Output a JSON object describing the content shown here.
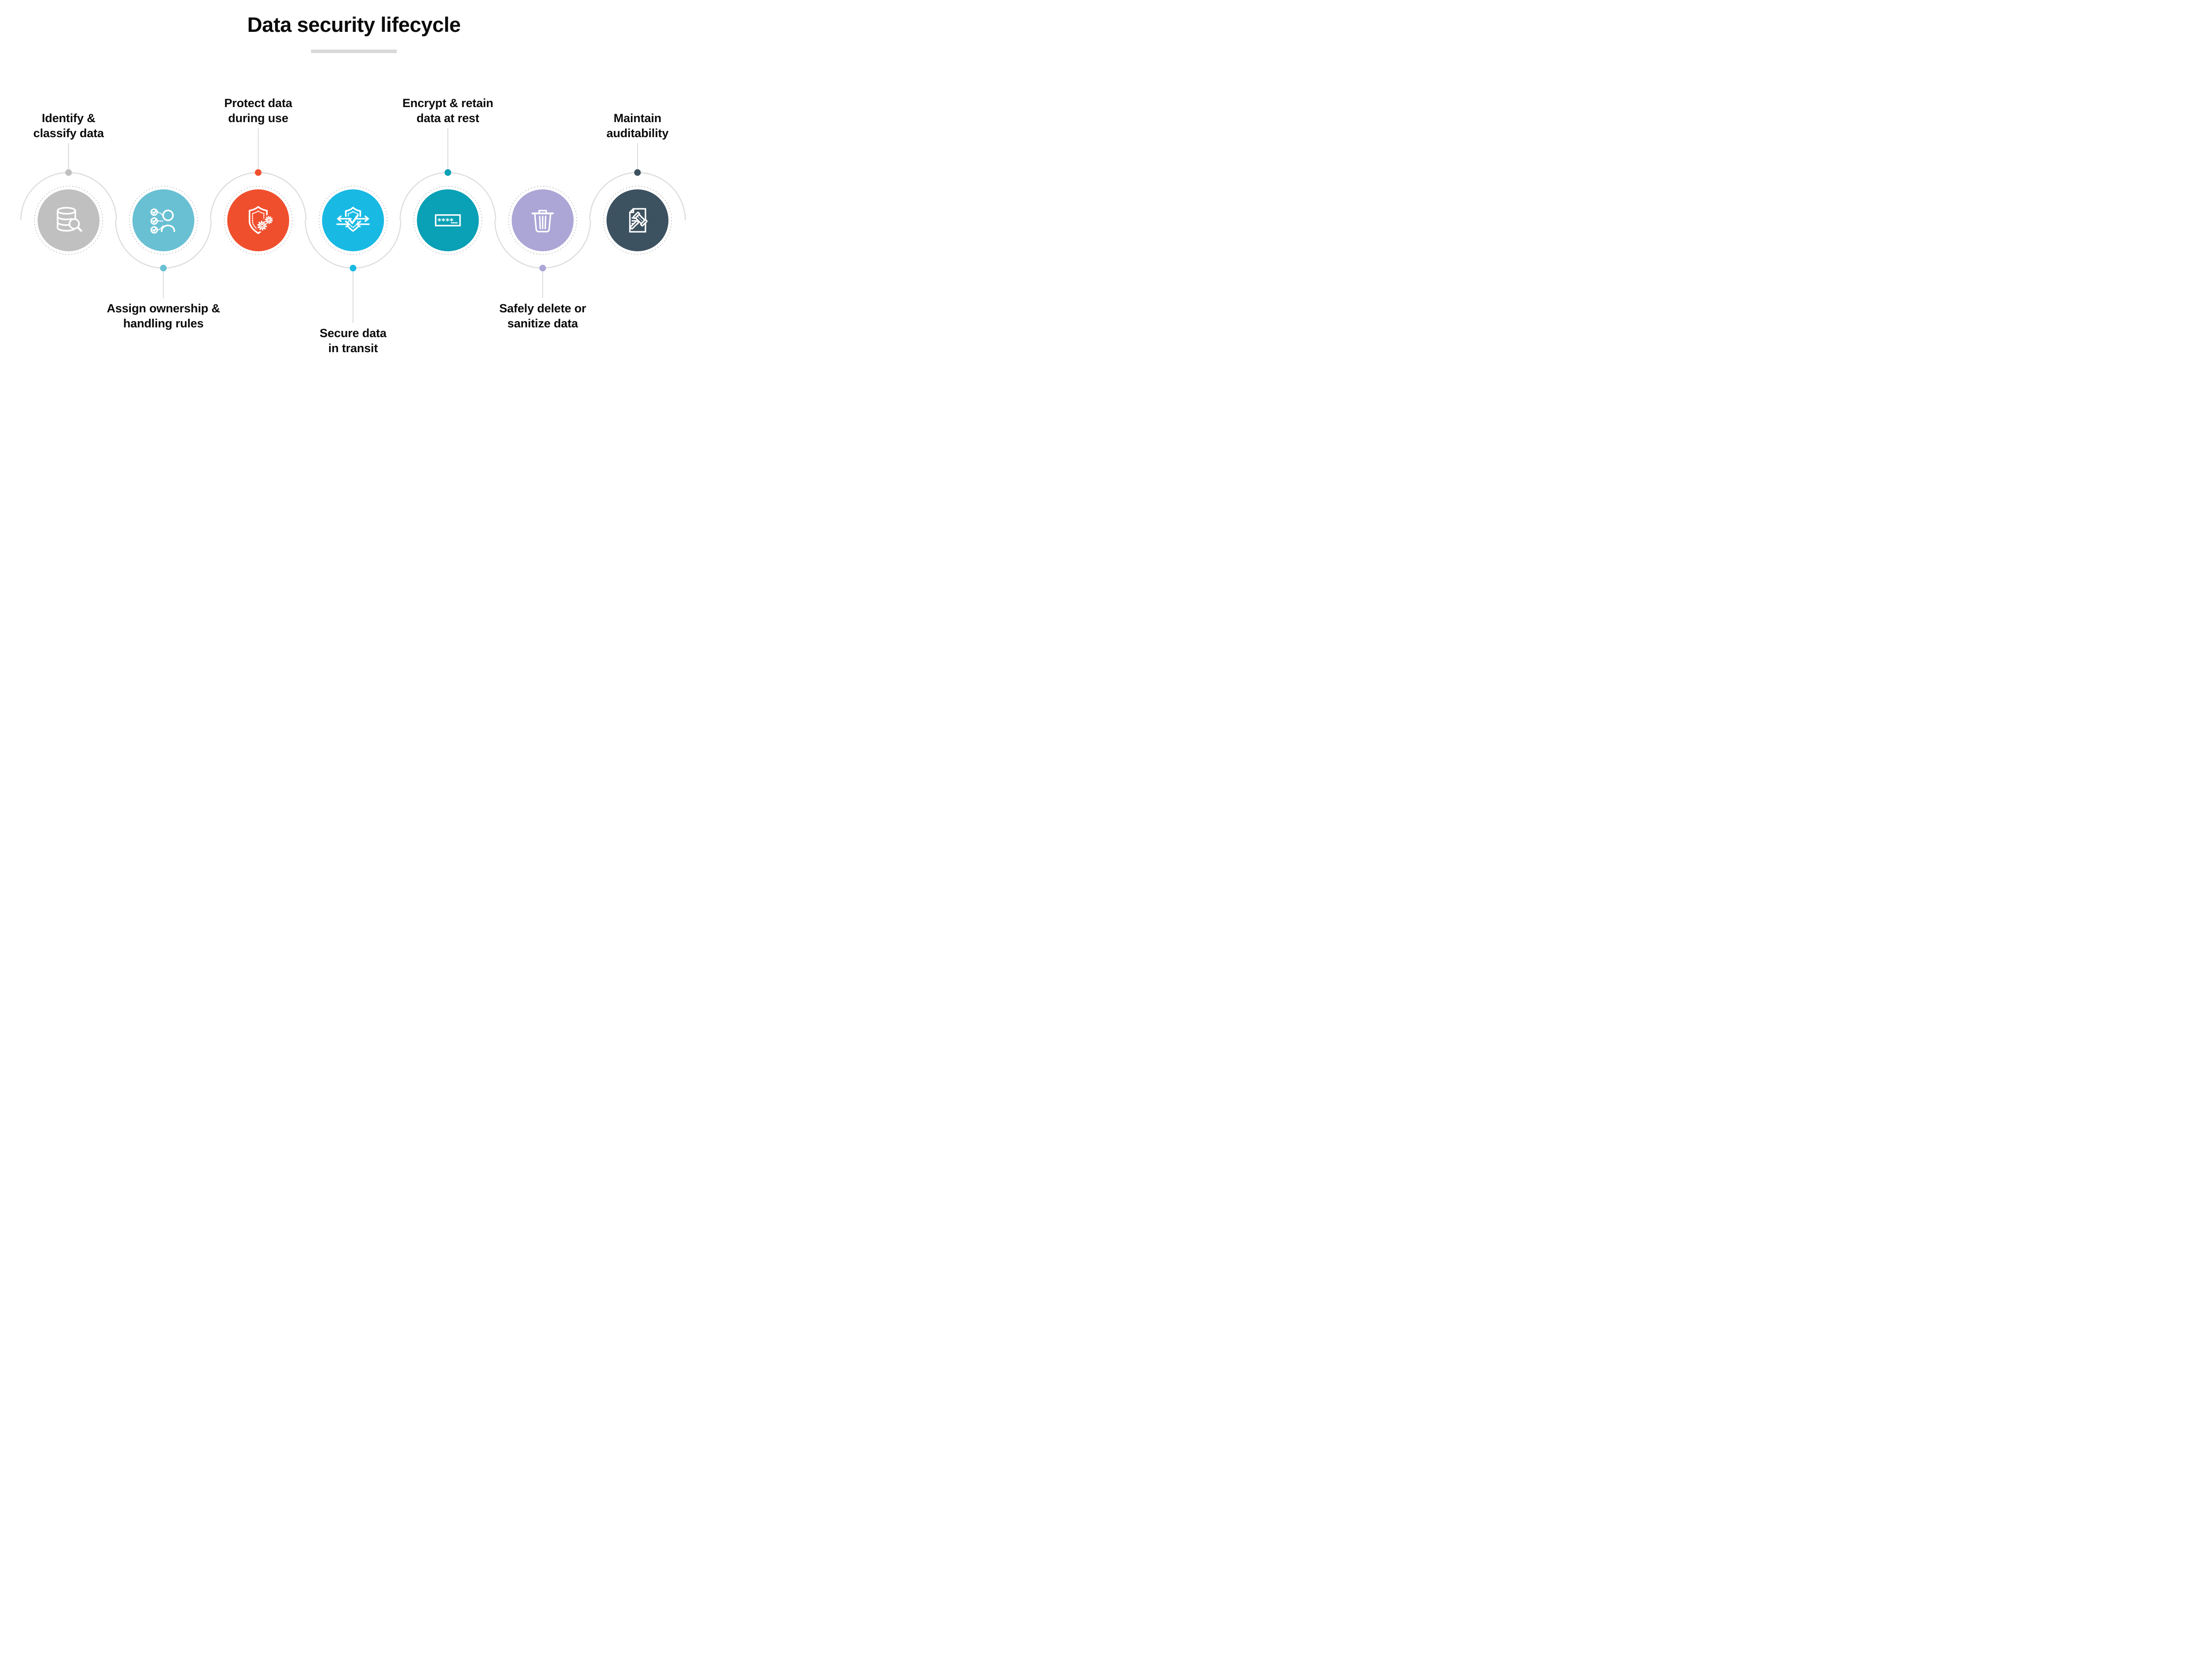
{
  "title": "Data security lifecycle",
  "background": "#ffffff",
  "colors": {
    "wave_line": "#dcdcdc",
    "dashed_ring": "#b9b9b9",
    "connector_line": "#d9d9d9",
    "title_underline": "#d9d9d9",
    "label_text": "#0b0b0b",
    "icon_stroke": "#ffffff"
  },
  "steps": [
    {
      "id": "identify-classify",
      "label_lines": [
        "Identify &",
        "classify data"
      ],
      "label_position": "top",
      "label_distance": "near",
      "color": "#c0c0c0",
      "icon": "database-search-icon"
    },
    {
      "id": "assign-ownership",
      "label_lines": [
        "Assign ownership &",
        "handling rules"
      ],
      "label_position": "bottom",
      "label_distance": "near",
      "color": "#69c0d3",
      "icon": "ownership-checklist-icon"
    },
    {
      "id": "protect-in-use",
      "label_lines": [
        "Protect data",
        "during use"
      ],
      "label_position": "top",
      "label_distance": "far",
      "color": "#f04f2e",
      "icon": "shield-gears-icon"
    },
    {
      "id": "secure-in-transit",
      "label_lines": [
        "Secure data",
        "in transit"
      ],
      "label_position": "bottom",
      "label_distance": "far",
      "color": "#18b9e3",
      "icon": "shield-transit-icon"
    },
    {
      "id": "encrypt-at-rest",
      "label_lines": [
        "Encrypt & retain",
        "data at rest"
      ],
      "label_position": "top",
      "label_distance": "far",
      "color": "#0aa0b5",
      "icon": "password-field-icon",
      "icon_text": "****"
    },
    {
      "id": "safe-delete",
      "label_lines": [
        "Safely delete or",
        "sanitize data"
      ],
      "label_position": "bottom",
      "label_distance": "near",
      "color": "#aba6d6",
      "icon": "trash-icon"
    },
    {
      "id": "maintain-audit",
      "label_lines": [
        "Maintain",
        "auditability"
      ],
      "label_position": "top",
      "label_distance": "near",
      "color": "#3d5260",
      "icon": "document-gavel-icon"
    }
  ]
}
